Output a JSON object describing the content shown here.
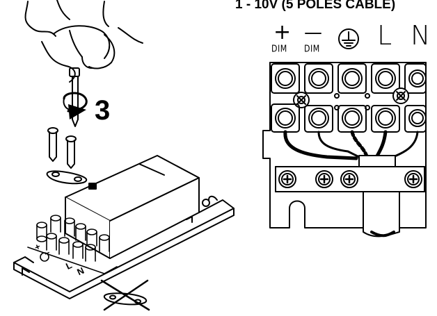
{
  "header": {
    "title": "1 - 10V (5 POLES CABLE)"
  },
  "step": {
    "number": "3"
  },
  "terminals": [
    {
      "glyph": "+",
      "label": "DIM",
      "icon": "plus-icon"
    },
    {
      "glyph": "—",
      "label": "DIM",
      "icon": "minus-icon"
    },
    {
      "glyph": "",
      "label": "",
      "icon": "ground-icon"
    },
    {
      "glyph": "L",
      "label": "",
      "icon": "live-letter"
    },
    {
      "glyph": "N",
      "label": "",
      "icon": "neutral-letter"
    }
  ],
  "driver_block": {
    "labels": [
      "+",
      "−",
      "L",
      "N"
    ]
  },
  "colors": {
    "line": "#000000",
    "background": "#ffffff"
  }
}
